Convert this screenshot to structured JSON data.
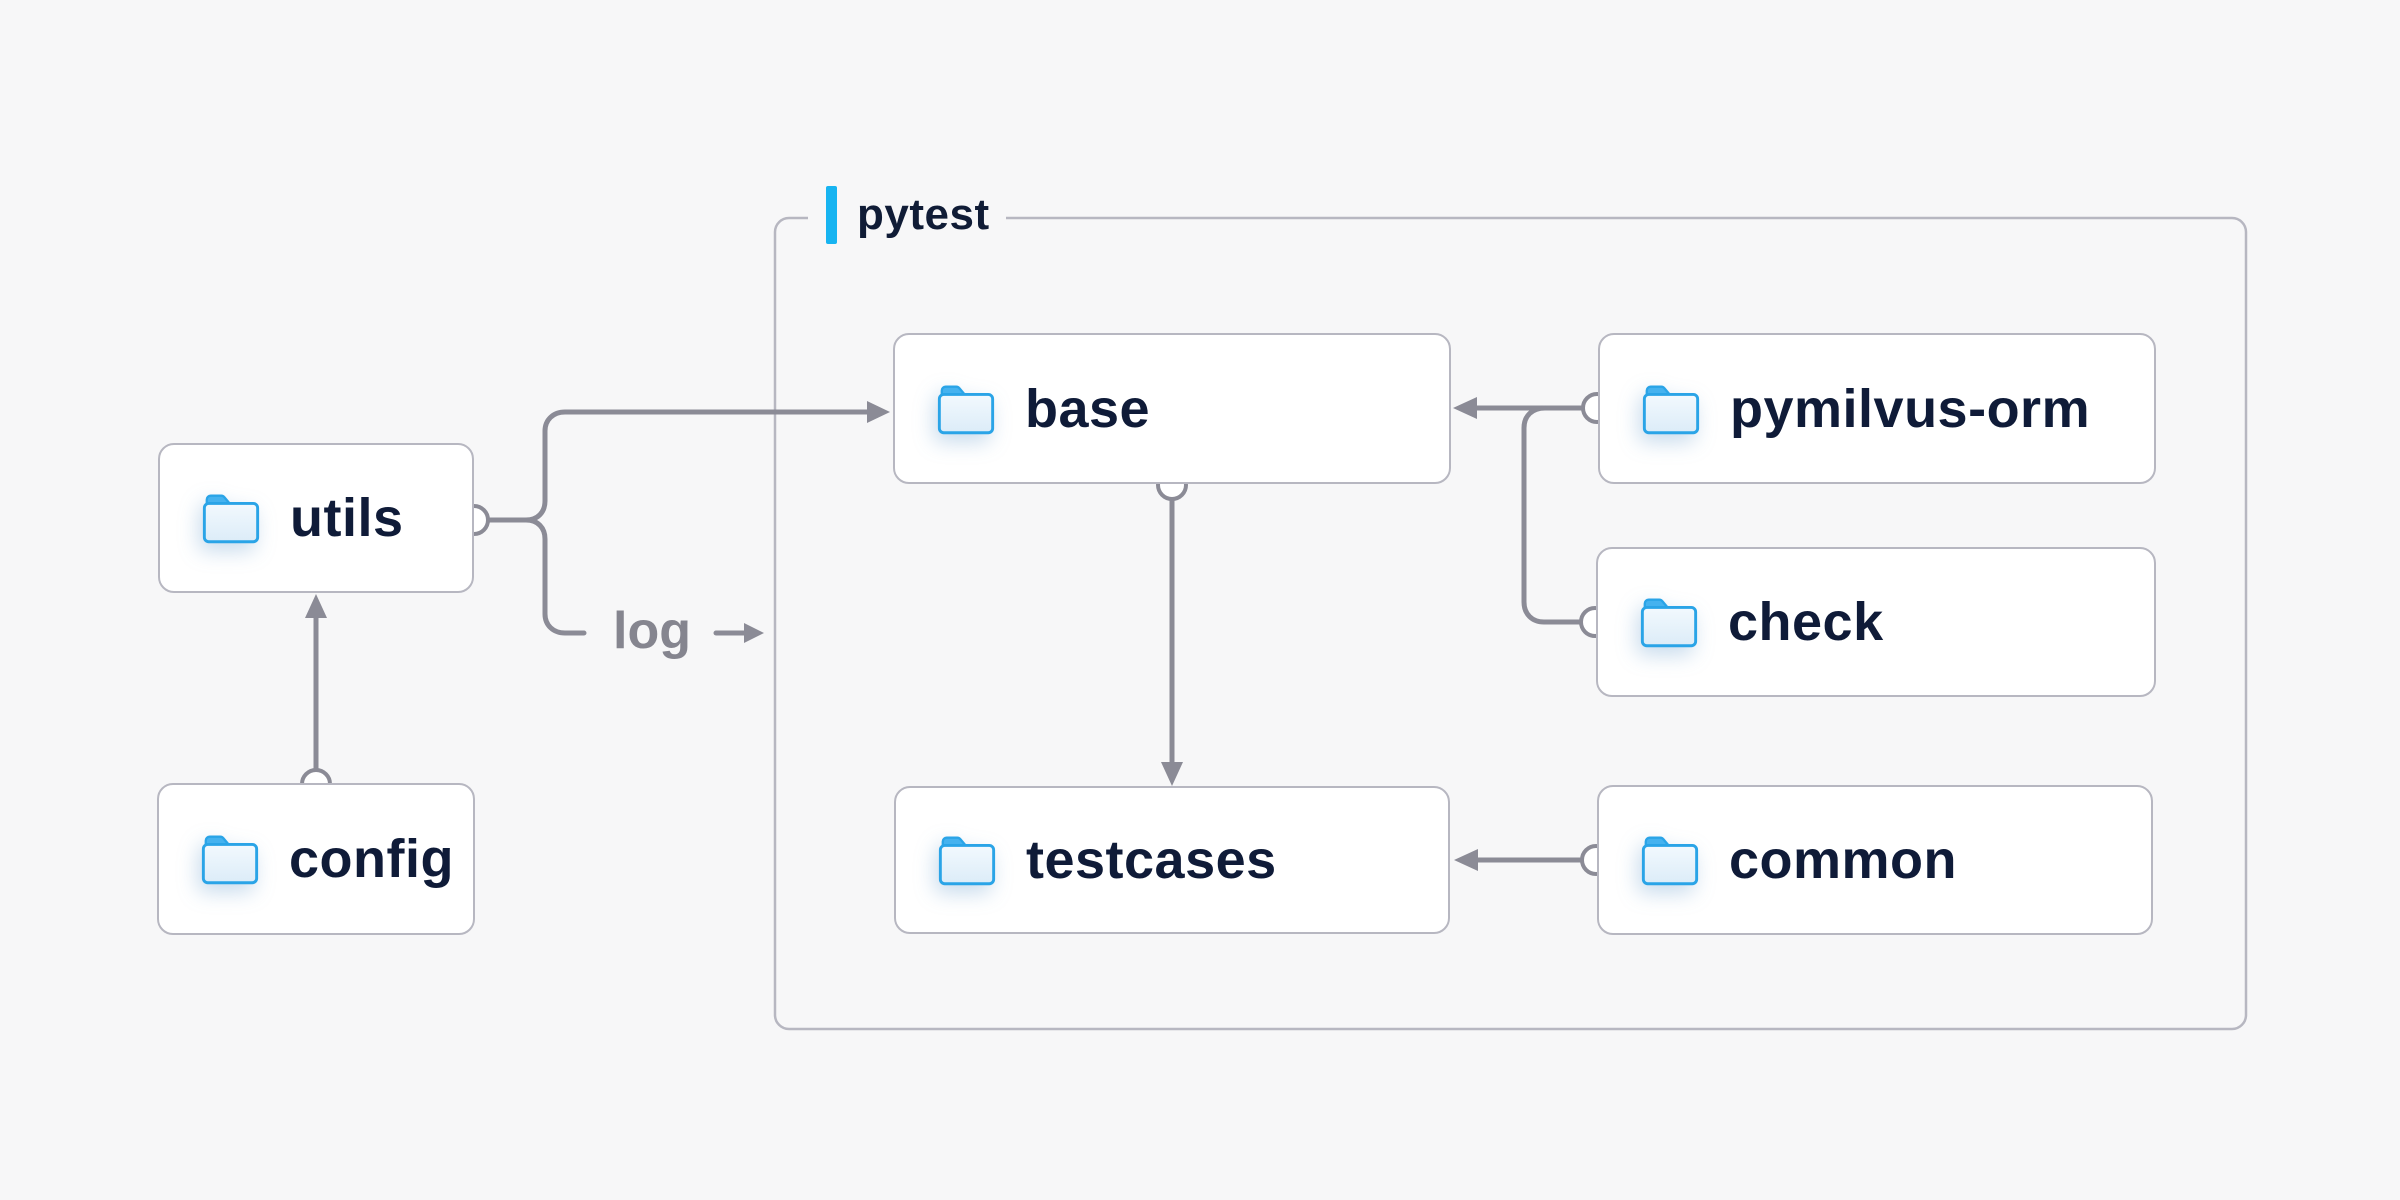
{
  "diagram": {
    "title_group": {
      "label": "pytest",
      "accent_color": "#17b4f1"
    },
    "nodes": {
      "utils": {
        "label": "utils",
        "icon": "folder-icon"
      },
      "config": {
        "label": "config",
        "icon": "folder-icon"
      },
      "base": {
        "label": "base",
        "icon": "folder-icon"
      },
      "pymilvus_orm": {
        "label": "pymilvus-orm",
        "icon": "folder-icon"
      },
      "check": {
        "label": "check",
        "icon": "folder-icon"
      },
      "testcases": {
        "label": "testcases",
        "icon": "folder-icon"
      },
      "common": {
        "label": "common",
        "icon": "folder-icon"
      }
    },
    "labels": {
      "log": "log"
    },
    "edges": [
      {
        "from": "config",
        "to": "utils",
        "arrow_at": "utils"
      },
      {
        "from": "utils",
        "to": "base",
        "arrow_at": "base"
      },
      {
        "from": "utils",
        "to": "pytest",
        "arrow_at": "pytest",
        "label": "log"
      },
      {
        "from": "pymilvus-orm",
        "to": "base",
        "arrow_at": "base"
      },
      {
        "from": "check",
        "to": "base",
        "arrow_at": "base"
      },
      {
        "from": "base",
        "to": "testcases",
        "arrow_at": "testcases"
      },
      {
        "from": "common",
        "to": "testcases",
        "arrow_at": "testcases"
      }
    ],
    "colors": {
      "background": "#f7f7f8",
      "node_fill": "#ffffff",
      "node_border": "#b7b7c1",
      "group_border": "#b7b7c1",
      "edge": "#8b8b96",
      "node_text": "#0f1b38",
      "edge_label_text": "#85858f",
      "accent": "#17b4f1",
      "folder_outline": "#2aa4e7",
      "folder_tab": "#45b2ef",
      "folder_fill_light": "#f2f9fe"
    }
  }
}
